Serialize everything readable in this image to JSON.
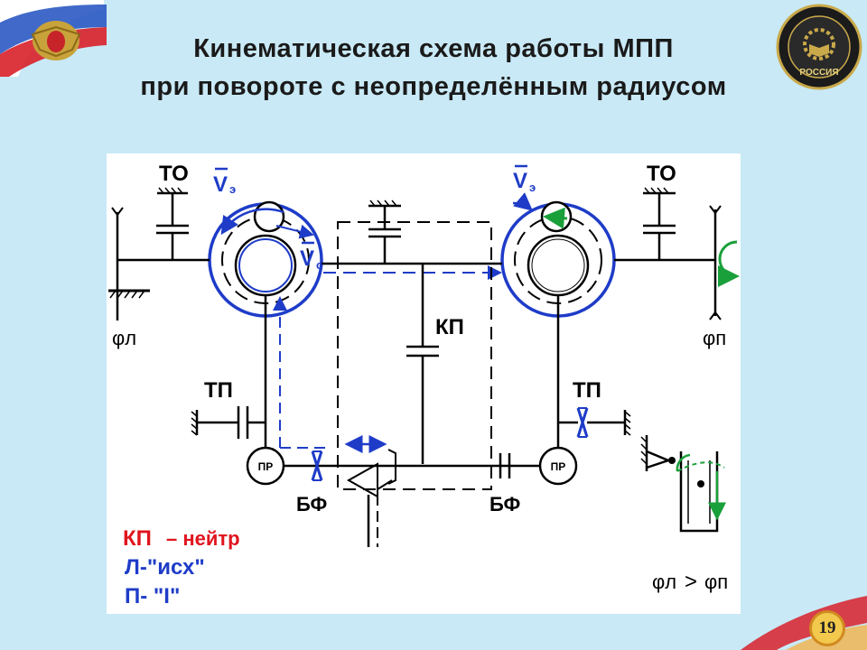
{
  "title": {
    "line1": "Кинематическая схема работы МПП",
    "line2": "при  повороте с неопределённым радиусом"
  },
  "emblem": {
    "text": "РОССИЯ"
  },
  "page_number": "19",
  "diagram": {
    "labels": {
      "to_left": "ТО",
      "to_right": "ТО",
      "tp_left": "ТП",
      "tp_right": "ТП",
      "kp": "КП",
      "bf_left": "БФ",
      "bf_right": "БФ",
      "pr_left": "ПР",
      "pr_right": "ПР",
      "phi_l": "φл",
      "phi_p": "φп",
      "v_e_left": "V",
      "v_e_left_sub": "э",
      "v_e_right": "V",
      "v_e_right_sub": "э",
      "v_c": "V",
      "v_c_sub": "с"
    },
    "legend": {
      "kp_label": "КП",
      "kp_state": "– нейтр",
      "l_state": "Л-\"исх\"",
      "p_state": "П- \"I\""
    },
    "comparison": {
      "left": "φл",
      "sign": ">",
      "right": "φп"
    },
    "colors": {
      "blue": "#1e3cc8",
      "red": "#e0141e",
      "green": "#1aa03a",
      "black": "#000000"
    }
  }
}
